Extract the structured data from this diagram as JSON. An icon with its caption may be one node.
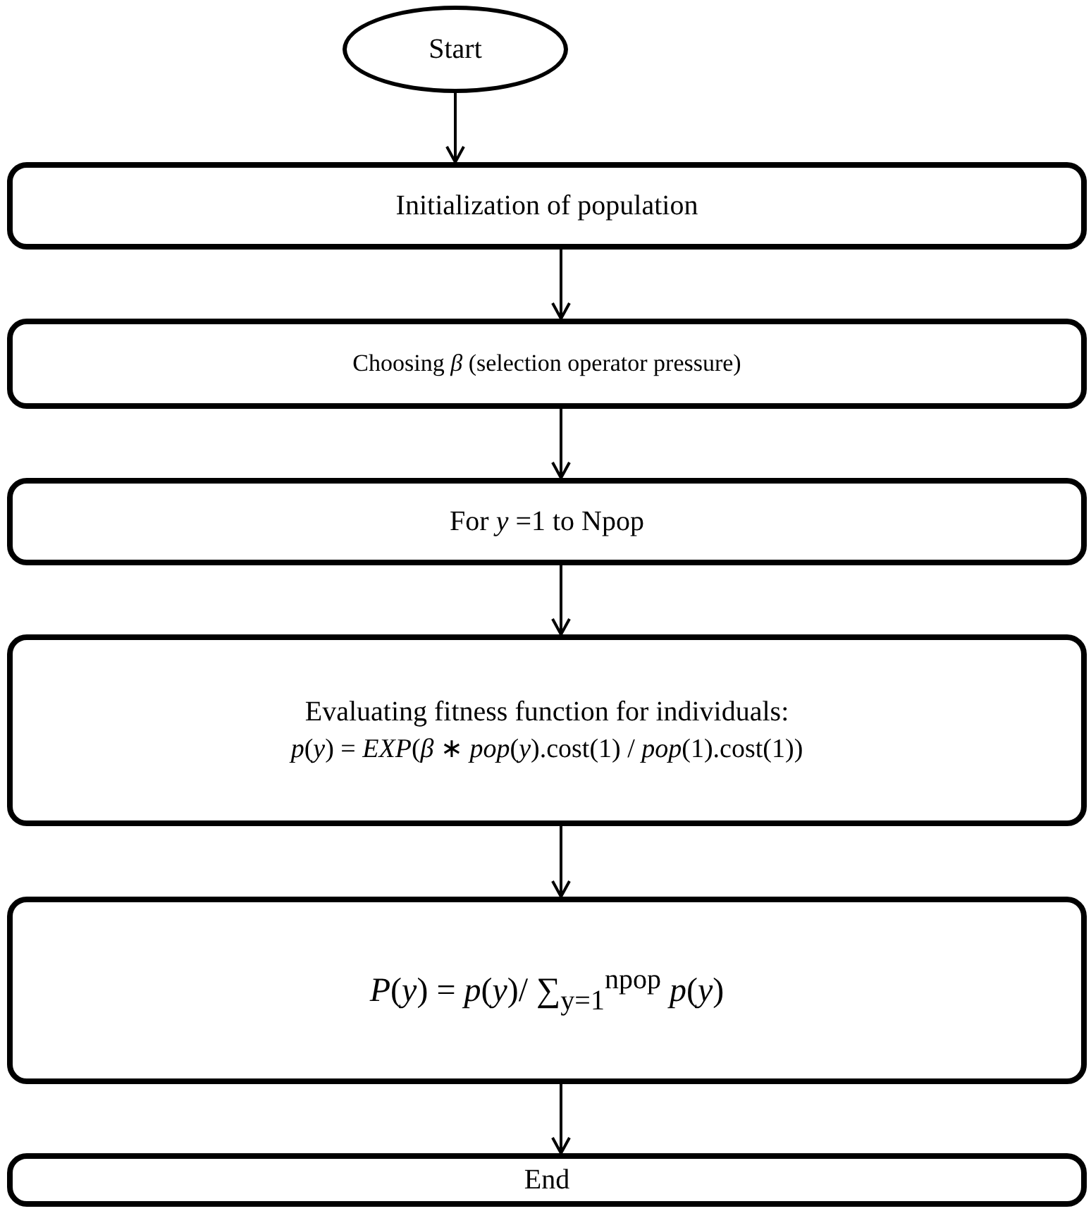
{
  "diagram": {
    "nodes": [
      {
        "text": [
          "Start"
        ]
      },
      {
        "text": [
          "Initialization of population"
        ]
      },
      {
        "text": [
          "Choosing *β* (selection operator pressure)"
        ]
      },
      {
        "text": [
          "For *y* =1 to Npop"
        ]
      },
      {
        "text": [
          "Evaluating fitness function for individuals:",
          "*p*(*y*) = *EXP*(*β* ∗ *pop*(*y*).cost(1) / *pop*(1).cost(1))"
        ]
      },
      {
        "text": [
          "*P*(*y*) = *p*(*y*)/ ∑$_{y=1}$$^{npop}$ *p*(*y*)"
        ]
      },
      {
        "text": [
          "End"
        ]
      }
    ],
    "edges": [
      {
        "from": 0,
        "to": 1,
        "arrow": "to"
      },
      {
        "from": 1,
        "to": 2,
        "arrow": "to"
      },
      {
        "from": 2,
        "to": 3,
        "arrow": "to"
      },
      {
        "from": 3,
        "to": 4,
        "arrow": "to"
      },
      {
        "from": 4,
        "to": 5,
        "arrow": "to"
      },
      {
        "from": 5,
        "to": 6,
        "arrow": "to"
      }
    ]
  }
}
